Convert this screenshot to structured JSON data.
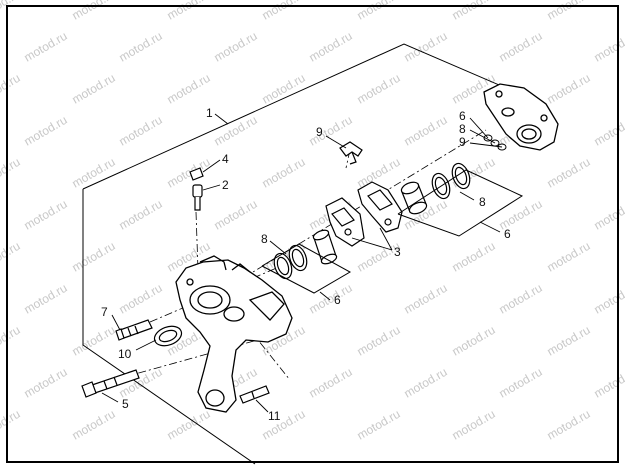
{
  "diagram": {
    "callouts": {
      "c1": "1",
      "c2": "2",
      "c3": "3",
      "c4": "4",
      "c5": "5",
      "c6a": "6",
      "c6b": "6",
      "c6c": "6",
      "c7": "7",
      "c8a": "8",
      "c8b": "8",
      "c8c": "8",
      "c9a": "9",
      "c9b": "9",
      "c10": "10",
      "c11": "11"
    },
    "watermark": "motod.ru"
  },
  "colors": {
    "line": "#000000",
    "watermark": "#c8c8c8",
    "background": "#ffffff"
  }
}
